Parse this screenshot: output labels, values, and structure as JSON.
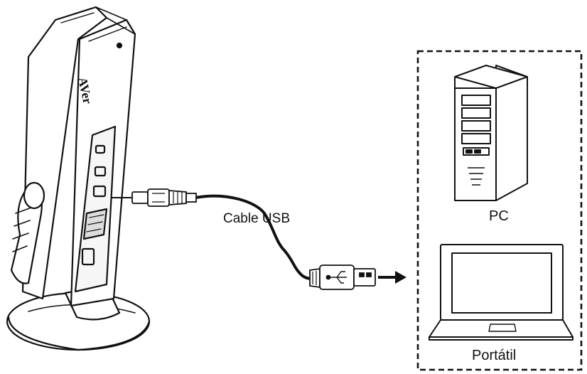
{
  "labels": {
    "cable": "Cable USB",
    "pc": "PC",
    "laptop": "Portátil"
  },
  "device": {
    "brand_logo": "AVer"
  },
  "colors": {
    "line": "#111111",
    "background": "#ffffff",
    "fill_light": "#f4f4f4"
  },
  "icons": {
    "camera": "document-camera-icon",
    "usb_plug_device": "usb-plug-icon",
    "usb_plug_computer": "usb-a-plug-icon",
    "arrow": "arrow-right-icon",
    "pc": "desktop-tower-icon",
    "laptop": "laptop-icon"
  }
}
